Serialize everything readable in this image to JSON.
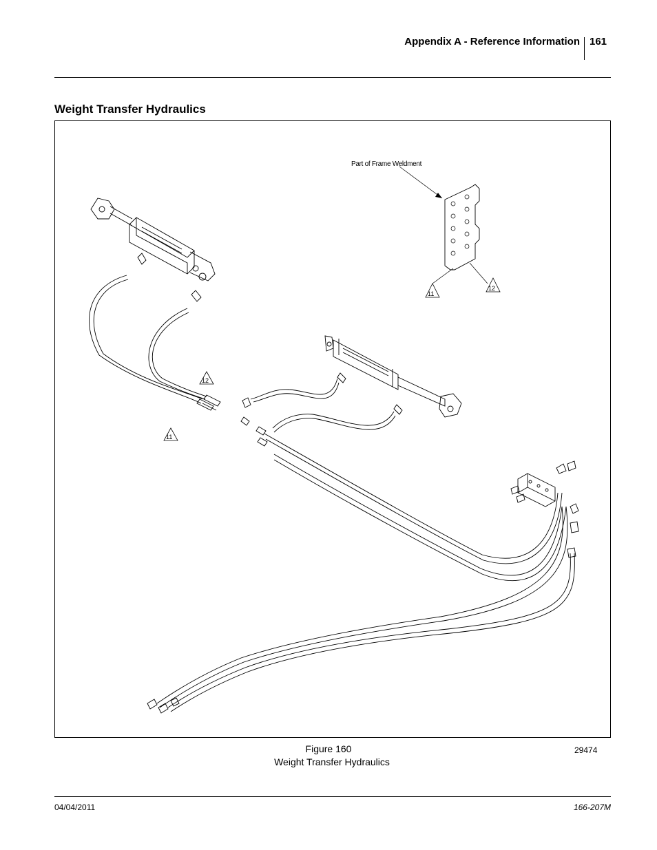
{
  "header": {
    "section": "Appendix A - Reference Information",
    "page_number": "161"
  },
  "page_title": "Weight Transfer Hydraulics",
  "figure": {
    "weldment_label": "Part of Frame Weldment",
    "callouts": [
      "11",
      "12",
      "12",
      "11"
    ],
    "number_label": "Figure 160",
    "caption": "Weight Transfer Hydraulics",
    "image_id": "29474"
  },
  "footer": {
    "date": "04/04/2011",
    "doc_number": "166-207M"
  }
}
